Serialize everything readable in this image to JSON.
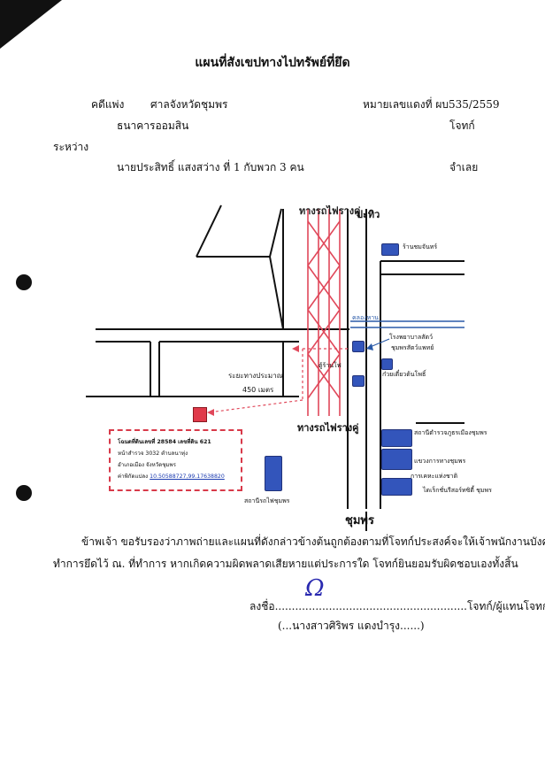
{
  "document": {
    "title": "แผนที่สังเขปทางไปทรัพย์ที่ยึด",
    "case_type": "คดีแพ่ง",
    "court": "ศาลจังหวัดชุมพร",
    "case_number": "หมายเลขแดงที่ ผบ535/2559",
    "plaintiff": "ธนาคารออมสิน",
    "plaintiff_role": "โจทก์",
    "between": "ระหว่าง",
    "defendant": "นายประสิทธิ์ แสงสว่าง ที่ 1 กับพวก 3 คน",
    "defendant_role": "จำเลย"
  },
  "map": {
    "railway_top": "ทางรถไฟรางคู่",
    "north_direction": "ปะทิว",
    "south_direction": "ชุมพร",
    "railway_bottom": "ทางรถไฟรางคู่",
    "canal": "คลองหาน",
    "distance_line1": "ระยะทางประมาณ",
    "distance_line2": "450 เมตร",
    "landmarks": {
      "shop": "ร้านชมจันทร์",
      "hospital_line1": "โรงพยาบาลสัตว์",
      "hospital_line2": "ชุมพรสัตว์แพทย์",
      "mall": "ตู้ร้านโฟ",
      "noodle": "ก๋วยเตี๋ยวต้นโพธิ์",
      "police": "สถานีตำรวจภูธรเมืองชุมพร",
      "highway": "แขวงการทางชุมพร",
      "hotel_line1": "การเคหะแห่งชาติ",
      "hotel_line2": "ไดเร็กชั่นรีสอร์ทซิตี้ ชุมพร",
      "station": "สถานีรถไฟชุมพร"
    },
    "info": {
      "line1": "โฉนดที่ดินเลขที่ 28584  เลขที่ดิน 621",
      "line2": "หน้าสำรวจ 3032   ตำบลนาทุ่ง",
      "line3": "อำเภอเมือง  จังหวัดชุมพร",
      "coord_label": "ค่าพิกัดแปลง",
      "coord_value": "10.50588727,99.17638820"
    }
  },
  "statement": {
    "line1": "ข้าพเจ้า ขอรับรองว่าภาพถ่ายและแผนที่ดังกล่าวข้างต้นถูกต้องตามที่โจทก์ประสงค์จะให้เจ้าพนักงานบังคับคดี",
    "line2": "ทำการยึดไว้ ณ. ที่ทำการ  หากเกิดความผิดพลาดเสียหายแต่ประการใด  โจทก์ยินยอมรับผิดชอบเองทั้งสิ้น"
  },
  "signature": {
    "label": "ลงชื่อ.........................................................โจทก์/ผู้แทนโจทก์",
    "name": "(...นางสาวศิริพร  แดงบำรุง......)",
    "mark": "Ω"
  },
  "colors": {
    "road": "#111111",
    "rail": "#e0485a",
    "landmark": "#3355bb",
    "property": "#e03a4a",
    "canal": "#2a5aa8"
  }
}
